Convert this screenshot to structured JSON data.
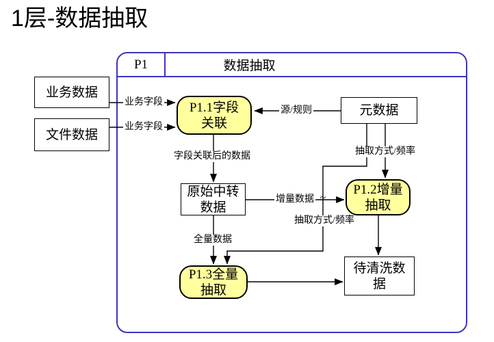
{
  "title": "1层-数据抽取",
  "frame": {
    "id": "P1",
    "name": "数据抽取"
  },
  "nodes": {
    "business_data": {
      "label": "业务数据"
    },
    "file_data": {
      "label": "文件数据"
    },
    "p11": {
      "line1": "P1.1字段",
      "line2": "关联"
    },
    "metadata": {
      "label": "元数据"
    },
    "raw_transfer": {
      "line1": "原始中转",
      "line2": "数据"
    },
    "p12": {
      "line1": "P1.2增量",
      "line2": "抽取"
    },
    "p13": {
      "line1": "P1.3全量",
      "line2": "抽取"
    },
    "to_clean": {
      "line1": "待清洗数",
      "line2": "据"
    }
  },
  "flows": {
    "biz_field_1": "业务字段",
    "biz_field_2": "业务字段",
    "source_rules": "源/规则",
    "extract_mode_freq_1": "抽取方式/频率",
    "extract_mode_freq_2": "抽取方式/频率",
    "after_field_assoc": "字段关联后的数据",
    "incremental_data": "增量数据",
    "squiggle": "~",
    "full_data": "全量数据"
  },
  "colors": {
    "container_border": "#3b34bf",
    "process_fill": "#ffff9e",
    "line": "#000000",
    "background": "#ffffff"
  }
}
